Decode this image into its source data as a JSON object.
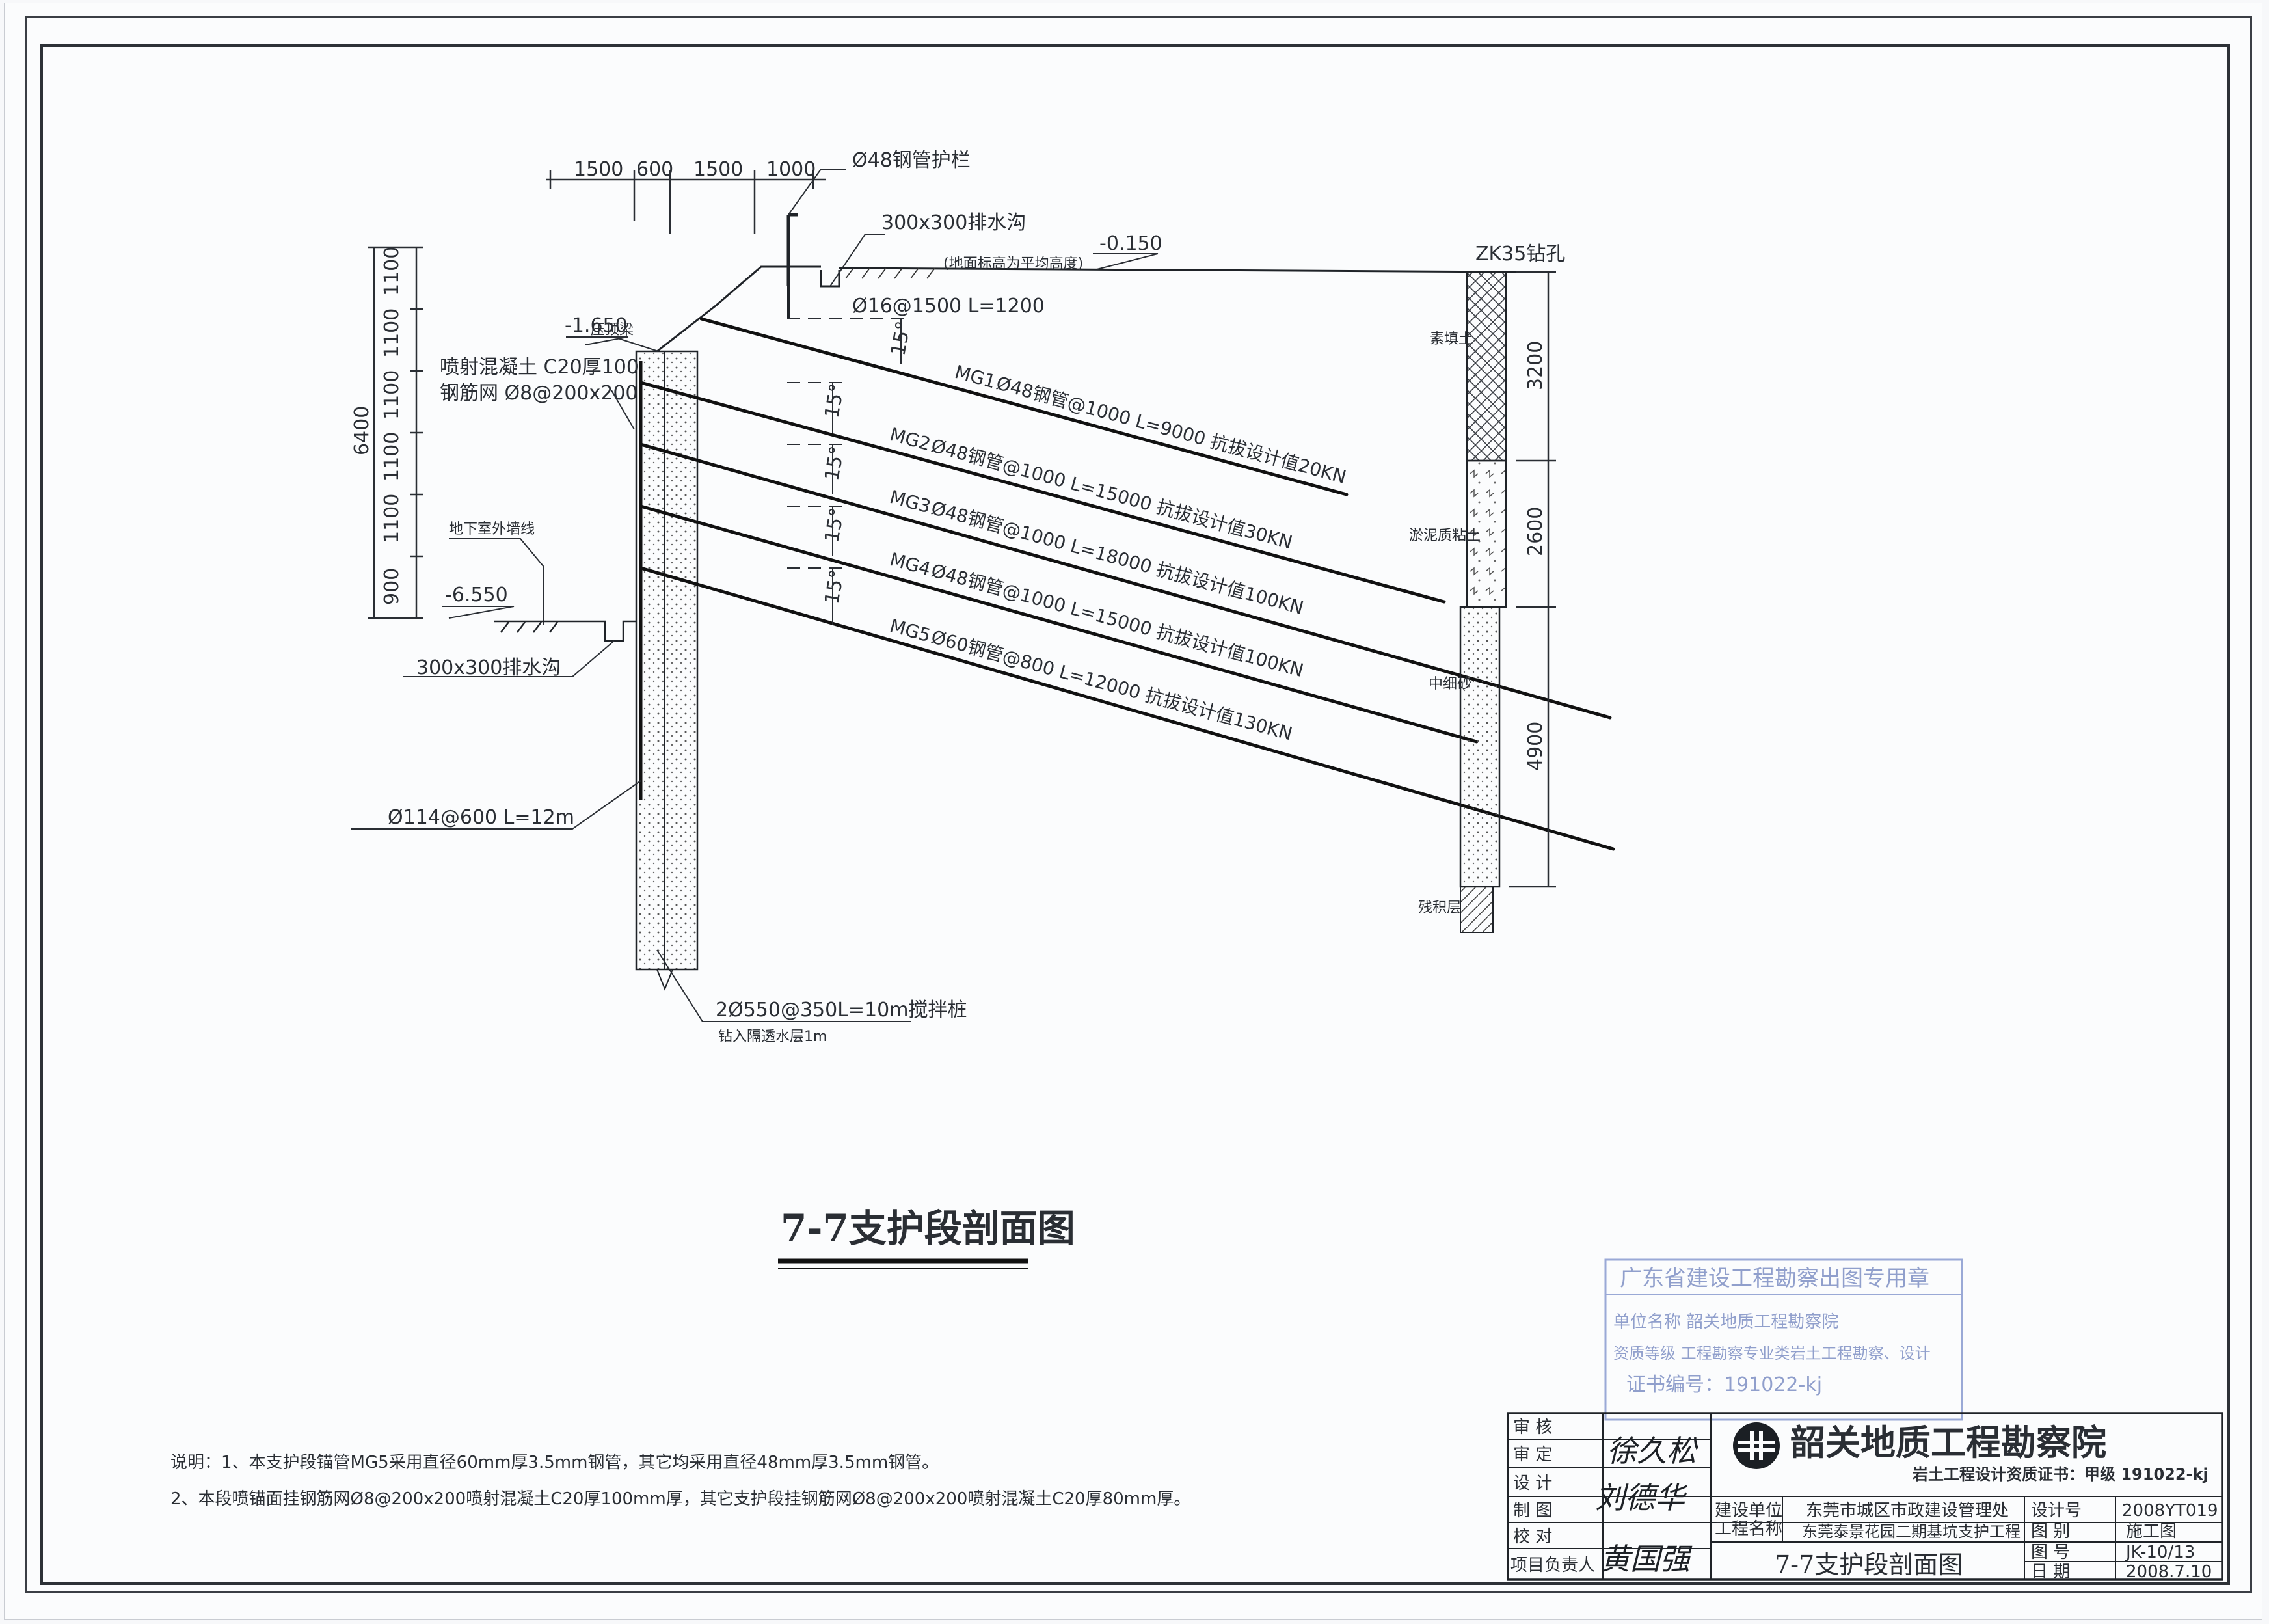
{
  "drawing": {
    "title": "7-7支护段剖面图",
    "notes": [
      "说明：1、本支护段锚管MG5采用直径60mm厚3.5mm钢管，其它均采用直径48mm厚3.5mm钢管。",
      "2、本段喷锚面挂钢筋网Ø8@200x200喷射混凝土C20厚100mm厚，其它支护段挂钢筋网Ø8@200x200喷射混凝土C20厚80mm厚。"
    ]
  },
  "section": {
    "top_dims": [
      "1500",
      "600",
      "1500",
      "1000"
    ],
    "rail_label": "Ø48钢管护栏",
    "top_ditch_label": "300x300排水沟",
    "ground_note": "(地面标高为平均高度)",
    "elev_ground": "-0.150",
    "elev_top_wall": "-1.650",
    "elev_bottom": "-6.550",
    "crown_beam": "压顶梁",
    "nail_top": "Ø16@1500  L=1200",
    "shotcrete": "喷射混凝土 C20厚100",
    "mesh": "钢筋网  Ø8@200x200",
    "basement_wall": "地下室外墙线",
    "bottom_ditch_label": "300x300排水沟",
    "pile": "Ø114@600  L=12m",
    "mixing_pile": "2Ø550@350L=10m搅拌桩",
    "mixing_pile_note": "钻入隔透水层1m",
    "left_dims": [
      "1100",
      "1100",
      "1100",
      "1100",
      "1100",
      "900"
    ],
    "total_depth": "6400",
    "angle": "15°",
    "anchors": [
      {
        "id": "MG1",
        "spec": "Ø48钢管@1000  L=9000  抗拔设计值20KN"
      },
      {
        "id": "MG2",
        "spec": "Ø48钢管@1000  L=15000  抗拔设计值30KN"
      },
      {
        "id": "MG3",
        "spec": "Ø48钢管@1000  L=18000  抗拔设计值100KN"
      },
      {
        "id": "MG4",
        "spec": "Ø48钢管@1000  L=15000  抗拔设计值100KN"
      },
      {
        "id": "MG5",
        "spec": "Ø60钢管@800  L=12000  抗拔设计值130KN"
      }
    ]
  },
  "borehole": {
    "name": "ZK35钻孔",
    "layers": [
      {
        "name": "素填土",
        "thickness": "3200"
      },
      {
        "name": "淤泥质粘土",
        "thickness": "2600"
      },
      {
        "name": "中细砂",
        "thickness": "4900"
      },
      {
        "name": "残积层",
        "thickness": ""
      }
    ]
  },
  "stamp": {
    "lines": [
      "广东省建设工程勘察出图专用章",
      "单位名称 韶关地质工程勘察院",
      "资质等级 工程勘察专业类岩土工程勘察、设计",
      "证书编号：191022-kj"
    ]
  },
  "title_block": {
    "org_name": "韶关地质工程勘察院",
    "cert": "岩土工程设计资质证书：甲级 191022-kj",
    "roles": [
      "审 核",
      "审 定",
      "设 计",
      "制 图",
      "校 对",
      "项目负责人"
    ],
    "client_label": "建设单位",
    "client": "东莞市城区市政建设管理处",
    "project_label": "工程名称",
    "project": "东莞泰景花园二期基坑支护工程",
    "drawing_title": "7-7支护段剖面图",
    "design_no_label": "设计号",
    "design_no": "2008YT019",
    "category_label": "图 别",
    "category": "施工图",
    "sheet_no_label": "图 号",
    "sheet_no": "JK-10/13",
    "date_label": "日 期",
    "date": "2008.7.10",
    "signatures": [
      "徐久松",
      "刘德华",
      "黄国强"
    ]
  },
  "colors": {
    "line": "#23272d",
    "stamp": "#7e8fc4",
    "paper": "#fbfcfd"
  }
}
